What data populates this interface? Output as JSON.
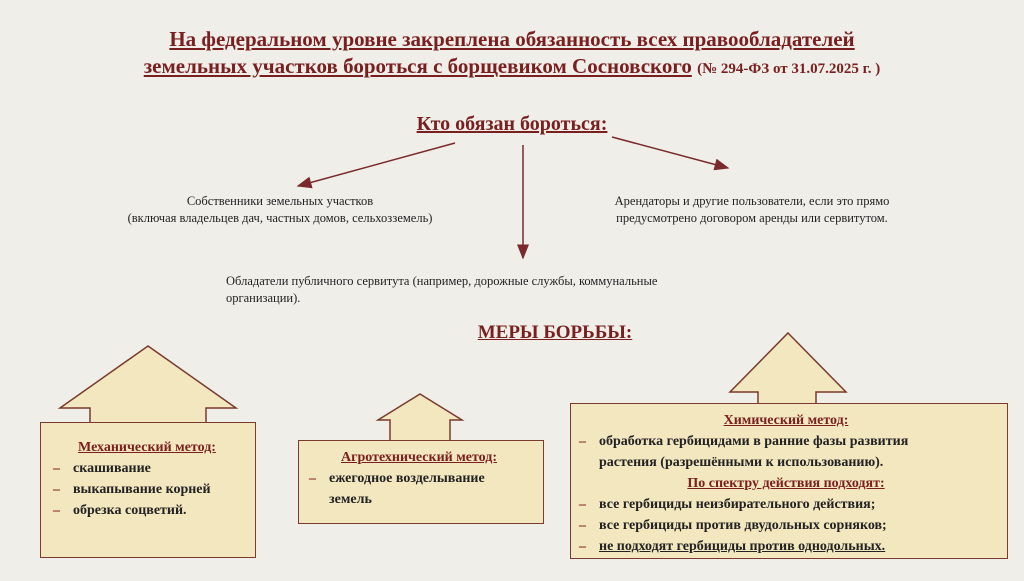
{
  "title": {
    "line1": "На федеральном уровне закреплена обязанность всех правообладателей",
    "line2": "земельных участков бороться с борщевиком Сосновского",
    "law": "(№ 294-ФЗ от 31.07.2025 г. )"
  },
  "who_heading": "Кто обязан бороться:",
  "owners": {
    "line1": "Собственники земельных участков",
    "line2": "(включая владельцев дач, частных домов, сельхозземель)"
  },
  "tenants": {
    "line1": "Арендаторы и другие пользователи, если это прямо",
    "line2": "предусмотрено договором аренды или сервитутом."
  },
  "servitude": {
    "line1": "Обладатели публичного сервитута (например, дорожные службы, коммунальные",
    "line2": "организации)."
  },
  "measures_heading": "МЕРЫ БОРЬБЫ:",
  "mechanical": {
    "title": "Механический метод:",
    "items": [
      "скашивание",
      "выкапывание корней",
      "обрезка соцветий."
    ]
  },
  "agro": {
    "title": "Агротехнический метод:",
    "item_line1": "ежегодное возделывание",
    "item_line2": "земель"
  },
  "chemical": {
    "title": "Химический метод:",
    "item1_line1": "обработка гербицидами в ранние фазы развития",
    "item1_line2": "растения (разрешёнными к использованию).",
    "subtitle": "По спектру действия подходят:",
    "items": [
      "все гербициды неизбирательного действия;",
      "все гербициды против двудольных сорняков;",
      "не подходят гербициды против однодольных."
    ]
  }
}
